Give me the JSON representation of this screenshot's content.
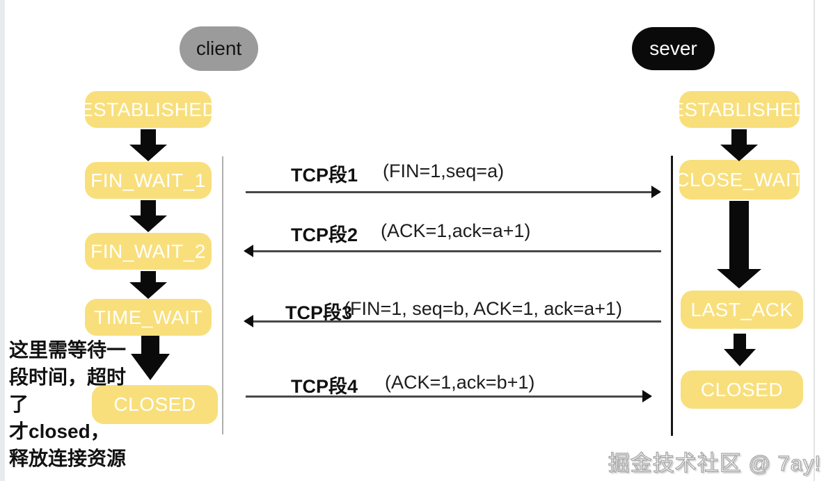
{
  "actors": {
    "client": "client",
    "server": "sever"
  },
  "client_states": [
    "ESTABLISHED",
    "FIN_WAIT_1",
    "FIN_WAIT_2",
    "TIME_WAIT",
    "CLOSED"
  ],
  "server_states": [
    "ESTABLISHED",
    "CLOSE_WAIT",
    "LAST_ACK",
    "CLOSED"
  ],
  "messages": [
    {
      "label": "TCP段1",
      "detail": "(FIN=1,seq=a)",
      "direction": "right"
    },
    {
      "label": "TCP段2",
      "detail": "(ACK=1,ack=a+1)",
      "direction": "left"
    },
    {
      "label": "TCP段3",
      "detail": "(FIN=1, seq=b, ACK=1, ack=a+1)",
      "direction": "left"
    },
    {
      "label": "TCP段4",
      "detail": "(ACK=1,ack=b+1)",
      "direction": "right"
    }
  ],
  "annotation": {
    "lines": [
      "这里需等待一",
      "段时间，超时",
      "了",
      "才closed，",
      "释放连接资源"
    ]
  },
  "watermark": {
    "text": "掘金技术社区 @ 7ay!"
  },
  "colors": {
    "state_box": "#f8df7b",
    "state_text": "#ffffff",
    "client_pill": "#9b9b9b",
    "server_pill": "#0a0a0a",
    "block_arrow": "#0a0a0a",
    "message_line": "#474747",
    "timeline_left": "#aeaeae",
    "timeline_right": "#161616",
    "annotation_text": "#111111"
  }
}
